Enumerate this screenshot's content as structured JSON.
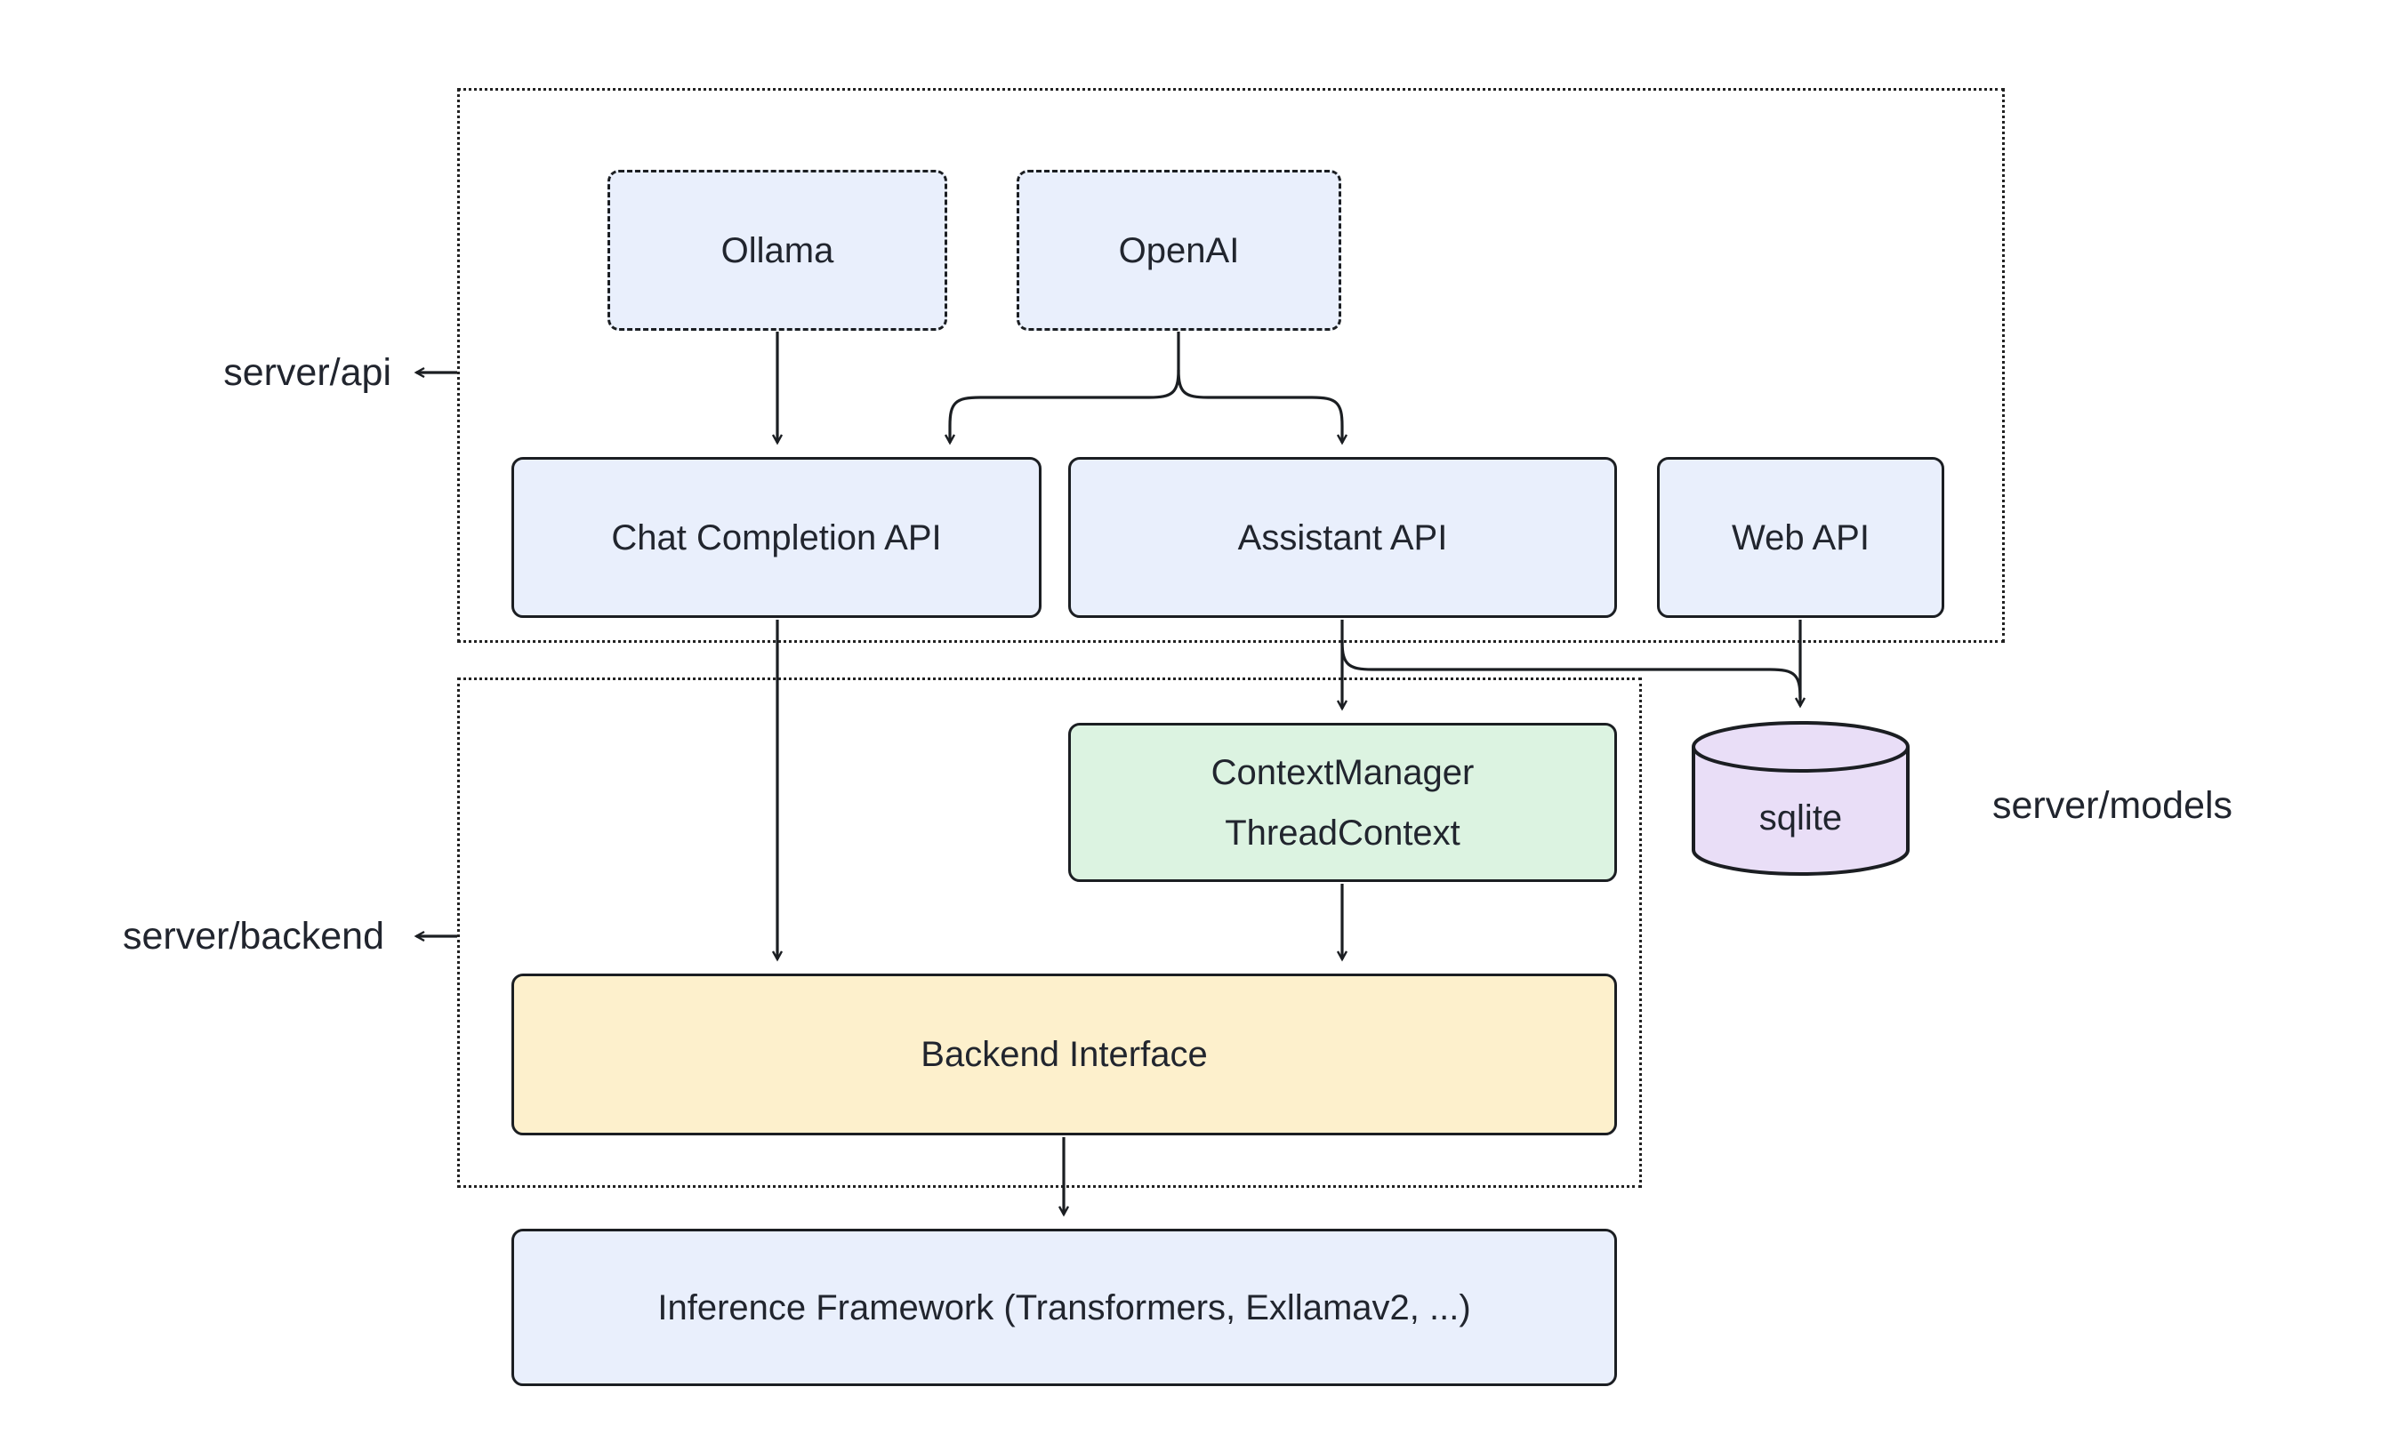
{
  "containers": {
    "api": {
      "label": "server/api"
    },
    "backend": {
      "label": "server/backend"
    },
    "models": {
      "label": "server/models"
    }
  },
  "nodes": {
    "ollama": {
      "label": "Ollama",
      "fill": "#e9effc",
      "border_style": "dashed"
    },
    "openai": {
      "label": "OpenAI",
      "fill": "#e9effc",
      "border_style": "dashed"
    },
    "chat_completion_api": {
      "label": "Chat Completion API",
      "fill": "#e9effc",
      "border_style": "solid"
    },
    "assistant_api": {
      "label": "Assistant API",
      "fill": "#e9effc",
      "border_style": "solid"
    },
    "web_api": {
      "label": "Web API",
      "fill": "#e9effc",
      "border_style": "solid"
    },
    "context_manager": {
      "line1": "ContextManager",
      "line2": "ThreadContext",
      "fill": "#dcf3e1",
      "border_style": "solid"
    },
    "backend_interface": {
      "label": "Backend Interface",
      "fill": "#fdf0cc",
      "border_style": "solid"
    },
    "sqlite": {
      "label": "sqlite",
      "fill": "#e9def7",
      "shape": "cylinder"
    },
    "inference_framework": {
      "label": "Inference Framework (Transformers, Exllamav2, ...)",
      "fill": "#e9effc",
      "border_style": "solid"
    }
  },
  "edges": [
    {
      "from": "Ollama",
      "to": "Chat Completion API"
    },
    {
      "from": "OpenAI",
      "to": "Chat Completion API"
    },
    {
      "from": "OpenAI",
      "to": "Assistant API"
    },
    {
      "from": "Chat Completion API",
      "to": "Backend Interface"
    },
    {
      "from": "Assistant API",
      "to": "ContextManager ThreadContext"
    },
    {
      "from": "Assistant API",
      "to": "sqlite"
    },
    {
      "from": "Web API",
      "to": "sqlite"
    },
    {
      "from": "ContextManager ThreadContext",
      "to": "Backend Interface"
    },
    {
      "from": "Backend Interface",
      "to": "Inference Framework (Transformers, Exllamav2, ...)"
    }
  ],
  "colors": {
    "stroke": "#1b1e22",
    "text": "#21252e",
    "container_border": "#222222",
    "background": "#ffffff",
    "node_blue": "#e9effc",
    "node_green": "#dcf3e1",
    "node_yellow": "#fdf0cc",
    "node_purple": "#e9def7"
  }
}
